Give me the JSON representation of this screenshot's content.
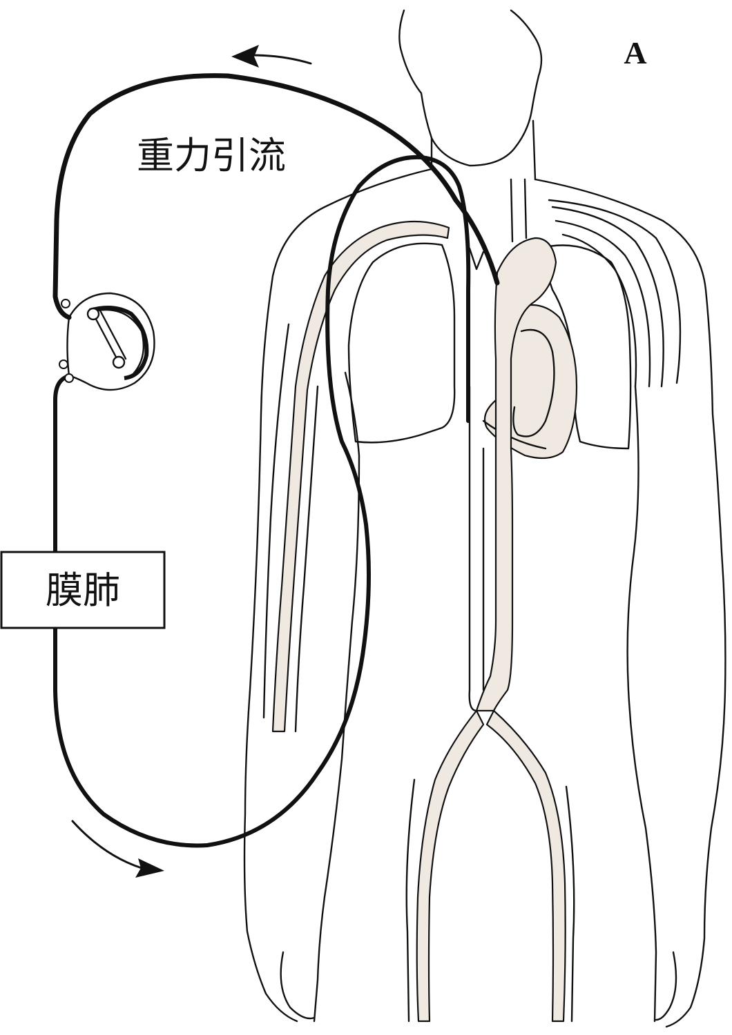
{
  "panel_label": "A",
  "labels": {
    "gravity_drainage": "重力引流",
    "membrane_lung": "膜肺"
  },
  "colors": {
    "line": "#111111",
    "vessel_fill": "#efe9e2",
    "background": "#ffffff"
  }
}
